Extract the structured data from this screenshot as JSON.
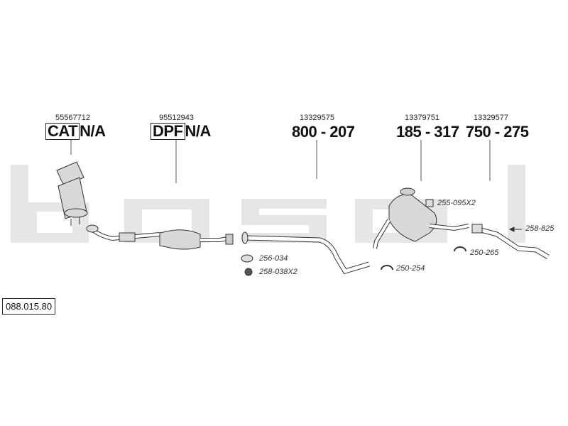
{
  "diagram_code": "088.015.80",
  "brand_watermark": "bosal",
  "parts": [
    {
      "id": "cat",
      "ref": "55567712",
      "prefix": "CAT",
      "value": "N/A"
    },
    {
      "id": "dpf",
      "ref": "95512943",
      "prefix": "DPF",
      "value": "N/A"
    },
    {
      "id": "front-pipe",
      "ref": "13329575",
      "prefix": "",
      "value": "800 - 207"
    },
    {
      "id": "middle-silencer",
      "ref": "13379751",
      "prefix": "",
      "value": "185 - 317"
    },
    {
      "id": "rear-pipe",
      "ref": "13329577",
      "prefix": "",
      "value": "750 - 275"
    }
  ],
  "accessories": [
    {
      "id": "gasket-1",
      "label": "256-034"
    },
    {
      "id": "nut",
      "label": "258-038X2"
    },
    {
      "id": "clamp-1",
      "label": "250-254"
    },
    {
      "id": "rubber-mount",
      "label": "255-095X2"
    },
    {
      "id": "clamp-2",
      "label": "250-265"
    },
    {
      "id": "tail-sleeve",
      "label": "258-825"
    }
  ],
  "colors": {
    "watermark": "#e6e6e6",
    "line": "#333333",
    "part_fill": "#d8d8d8"
  }
}
